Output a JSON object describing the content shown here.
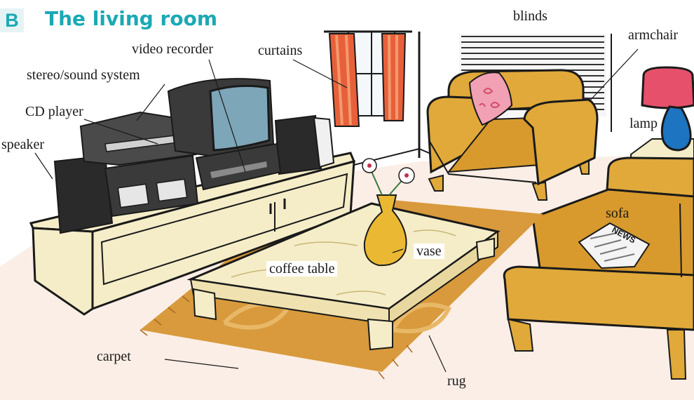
{
  "section": {
    "letter": "B",
    "title": "The living room"
  },
  "labels": {
    "video_recorder": "video recorder",
    "stereo": "stereo/sound system",
    "cd_player": "CD player",
    "speaker": "speaker",
    "curtains": "curtains",
    "blinds": "blinds",
    "armchair": "armchair",
    "lamp": "lamp",
    "sofa": "sofa",
    "vase": "vase",
    "coffee_table": "coffee table",
    "carpet": "carpet",
    "rug": "rug"
  },
  "newspaper_text": "NEWS",
  "colors": {
    "accent": "#1aa9b5",
    "sofa": "#e0a93a",
    "cabinet": "#f5edc8",
    "rug": "#d89a3c",
    "curtains": "#e8603a",
    "lamp_shade": "#e6506a",
    "lamp_base": "#1d74c0",
    "vase": "#eab833",
    "cushion": "#f2a0b4"
  }
}
